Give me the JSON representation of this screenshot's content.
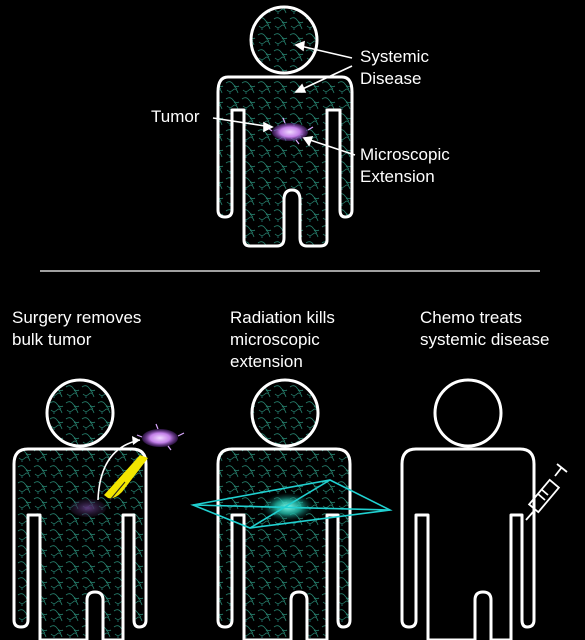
{
  "top_labels": {
    "systemic": [
      "Systemic",
      "Disease"
    ],
    "tumor": "Tumor",
    "microscopic": [
      "Microscopic",
      "Extension"
    ]
  },
  "panels": [
    {
      "caption": [
        "Surgery removes",
        "bulk tumor"
      ],
      "treatment": "scalpel"
    },
    {
      "caption": [
        "Radiation kills",
        "microscopic",
        "extension"
      ],
      "treatment": "radiation-beams"
    },
    {
      "caption": [
        "Chemo treats",
        "systemic disease"
      ],
      "treatment": "syringe"
    }
  ],
  "colors": {
    "background": "#000000",
    "outline": "#ffffff",
    "disease_texture": "#2a8f7a",
    "tumor": "#c27fe8",
    "beam": "#20d0d0",
    "scalpel": "#f2e600"
  }
}
